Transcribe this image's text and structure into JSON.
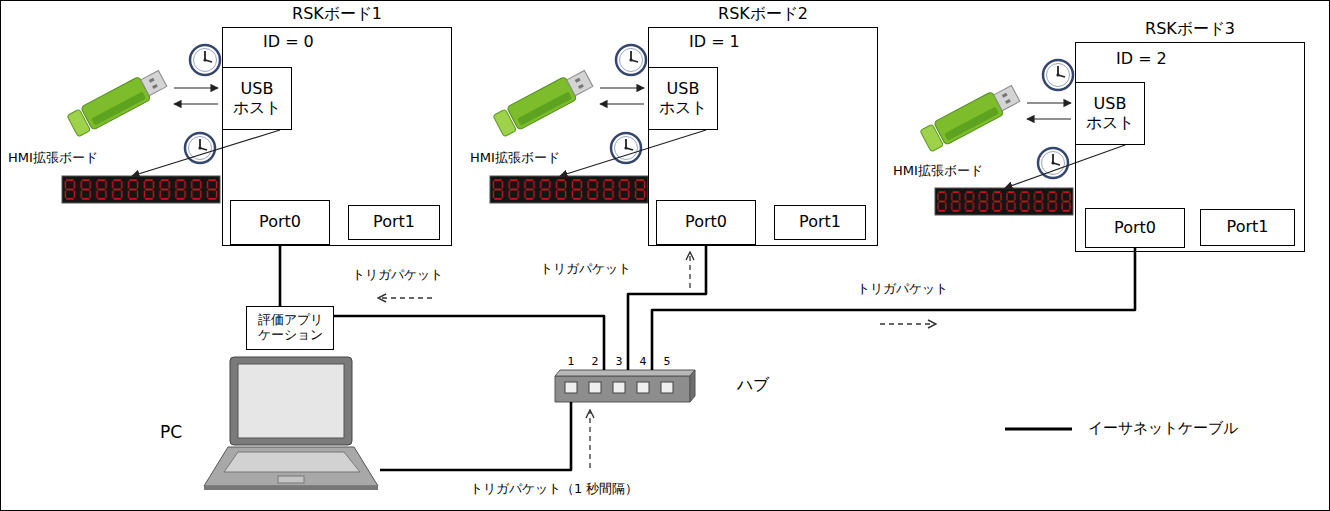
{
  "diagram": {
    "nodes": [
      {
        "text": [
          "RSKボード1",
          "ID = 0"
        ]
      },
      {
        "text": [
          "USB ホスト"
        ],
        "in": 0
      },
      {
        "text": [
          "Port0"
        ],
        "in": 0
      },
      {
        "text": [
          "Port1"
        ],
        "in": 0
      },
      {
        "text": [
          "HMI拡張ボード"
        ]
      },
      {
        "text": [
          "RSKボード2",
          "ID = 1"
        ]
      },
      {
        "text": [
          "USB ホスト"
        ],
        "in": 5
      },
      {
        "text": [
          "Port0"
        ],
        "in": 5
      },
      {
        "text": [
          "Port1"
        ],
        "in": 5
      },
      {
        "text": [
          "HMI拡張ボード"
        ]
      },
      {
        "text": [
          "RSKボード3",
          "ID = 2"
        ]
      },
      {
        "text": [
          "USB ホスト"
        ],
        "in": 10
      },
      {
        "text": [
          "Port0"
        ],
        "in": 10
      },
      {
        "text": [
          "Port1"
        ],
        "in": 10
      },
      {
        "text": [
          "HMI拡張ボード"
        ]
      },
      {
        "text": [
          "評価アプリ ケーション"
        ]
      },
      {
        "text": [
          "PC"
        ]
      },
      {
        "text": [
          "ハブ"
        ]
      }
    ],
    "edges": [
      {
        "from": 1,
        "to": 4,
        "arrow": "to"
      },
      {
        "from": 6,
        "to": 9,
        "arrow": "to"
      },
      {
        "from": 11,
        "to": 14,
        "arrow": "to"
      },
      {
        "from": 2,
        "to": 17,
        "arrow": "none"
      },
      {
        "from": 7,
        "to": 17,
        "arrow": "none"
      },
      {
        "from": 12,
        "to": 17,
        "arrow": "none"
      },
      {
        "from": 16,
        "to": 17,
        "arrow": "none"
      }
    ],
    "labels": [
      "トリガパケット",
      "トリガパケット",
      "トリガパケット",
      "トリガパケット（1 秒間隔）",
      "1",
      "2",
      "3",
      "4",
      "5"
    ],
    "legend": [
      {
        "text": "イーサネットケーブル"
      }
    ]
  }
}
